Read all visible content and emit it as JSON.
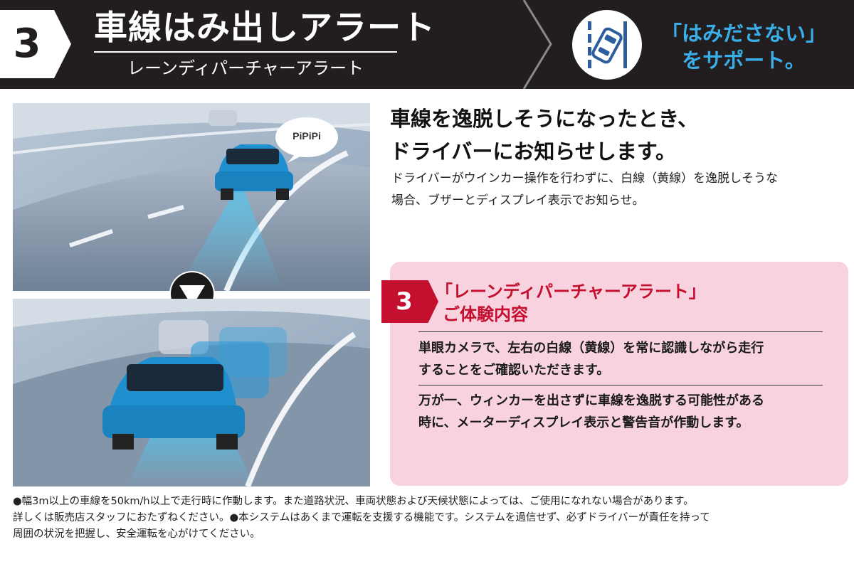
{
  "header": {
    "number": "3",
    "title": "車線はみ出しアラート",
    "subtitle": "レーンディパーチャーアラート",
    "support_line1": "「はみださない」",
    "support_line2": "をサポート。",
    "icon": "lane-departure-icon",
    "accent_color": "#3aaee8"
  },
  "photos": {
    "top_bubble": "PiPiPi",
    "arrow_icon": "down-triangle-icon"
  },
  "content": {
    "headline_line1": "車線を逸脱しそうになったとき、",
    "headline_line2": "ドライバーにお知らせします。",
    "body_line1": "ドライバーがウインカー操作を行わずに、白線（黄線）を逸脱しそうな",
    "body_line2": "場合、ブザーとディスプレイ表示でお知らせ。"
  },
  "experience": {
    "number": "3",
    "title_line1": "「レーンディパーチャーアラート」",
    "title_line2": "ご体験内容",
    "para1_line1": "単眼カメラで、左右の白線（黄線）を常に認識しながら走行",
    "para1_line2": "することをご確認いただきます。",
    "para2_line1": "万が一、ウィンカーを出さずに車線を逸脱する可能性がある",
    "para2_line2": "時に、メーターディスプレイ表示と警告音が作動します。",
    "accent_color": "#c40f2f",
    "box_color": "#f8d3df"
  },
  "notes": {
    "line1": "●幅3m以上の車線を50km/h以上で走行時に作動します。また道路状況、車両状態および天候状態によっては、ご使用になれない場合があります。",
    "line2": "詳しくは販売店スタッフにおたずねください。●本システムはあくまで運転を支援する機能です。システムを過信せず、必ずドライバーが責任を持って",
    "line3": "周囲の状況を把握し、安全運転を心がけてください。"
  }
}
